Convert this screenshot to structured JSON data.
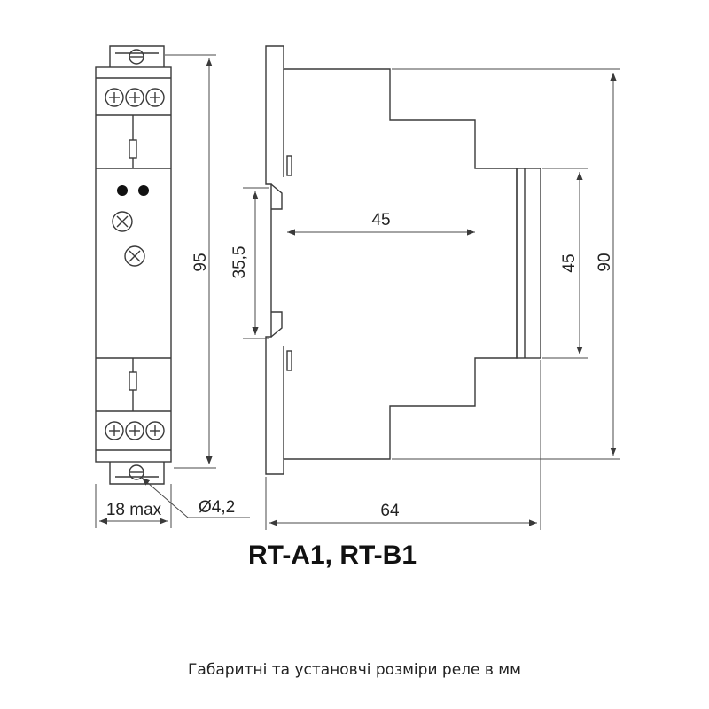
{
  "dimensions": {
    "width_18": "18 max",
    "height_95": "95",
    "rail_35_5": "35,5",
    "depth_45": "45",
    "front_45": "45",
    "height_90": "90",
    "depth_64": "64",
    "hole_diameter": "Ø4,2"
  },
  "title": "RT-A1, RT-B1",
  "caption": "Габаритні та установчі розміри реле в мм"
}
